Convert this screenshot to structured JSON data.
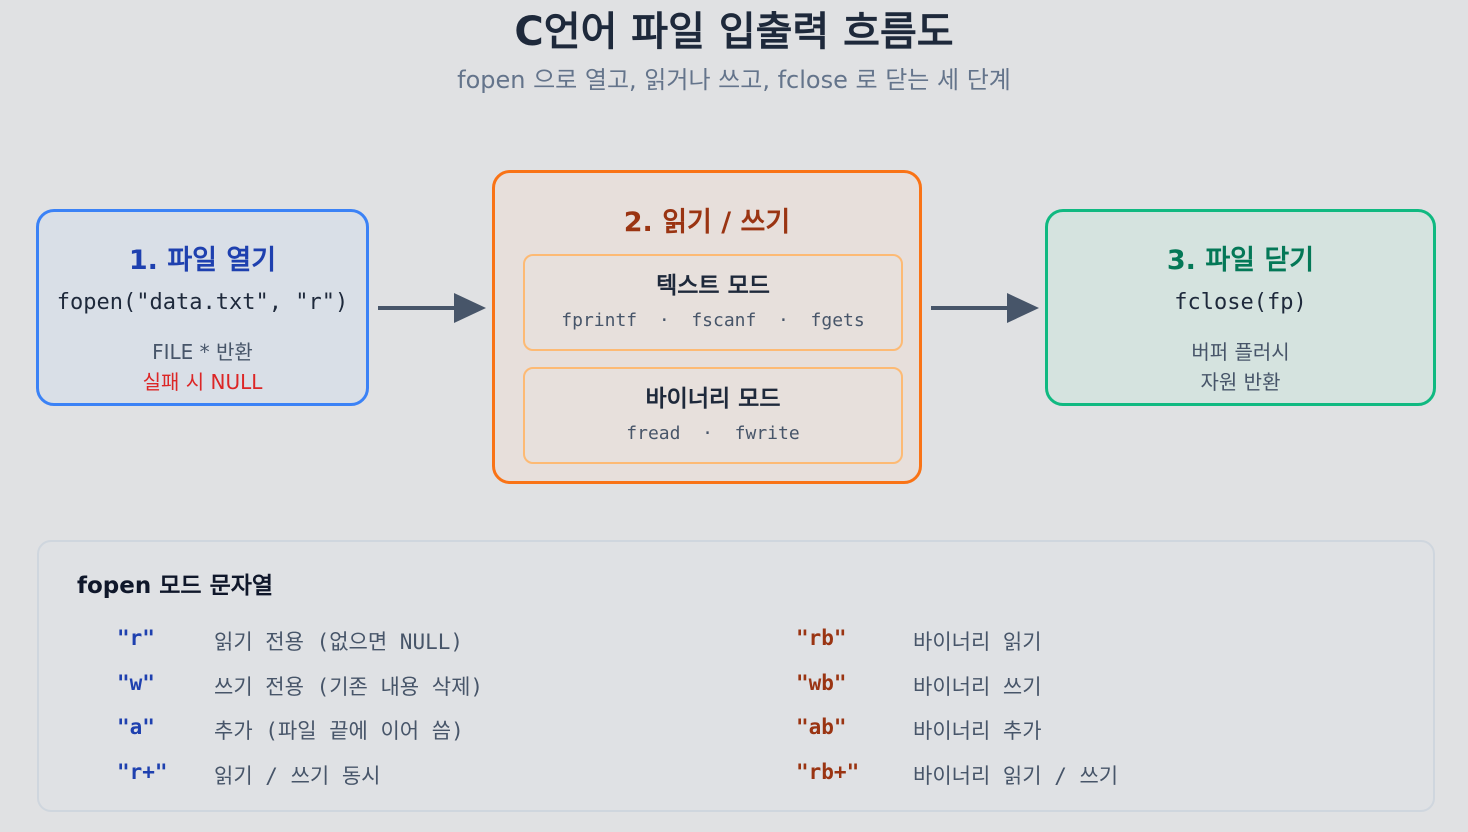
{
  "header": {
    "title": "C언어 파일 입출력 흐름도",
    "subtitle": "fopen 으로 열고, 읽거나 쓰고, fclose 로 닫는 세 단계"
  },
  "steps": {
    "open": {
      "title": "1. 파일 열기",
      "code": "fopen(\"data.txt\", \"r\")",
      "note1": "FILE * 반환",
      "note2": "실패 시 NULL"
    },
    "rw": {
      "title": "2. 읽기 / 쓰기",
      "text_mode": {
        "title": "텍스트 모드",
        "funcs": "fprintf  ·  fscanf  ·  fgets"
      },
      "binary_mode": {
        "title": "바이너리 모드",
        "funcs": "fread  ·  fwrite"
      }
    },
    "close": {
      "title": "3. 파일 닫기",
      "code": "fclose(fp)",
      "note1": "버퍼 플러시",
      "note2": "자원 반환"
    }
  },
  "modes": {
    "title": "fopen 모드 문자열",
    "text": [
      {
        "code": "\"r\"",
        "desc": "읽기 전용 (없으면 NULL)"
      },
      {
        "code": "\"w\"",
        "desc": "쓰기 전용 (기존 내용 삭제)"
      },
      {
        "code": "\"a\"",
        "desc": "추가 (파일 끝에 이어 씀)"
      },
      {
        "code": "\"r+\"",
        "desc": "읽기 / 쓰기 동시"
      }
    ],
    "binary": [
      {
        "code": "\"rb\"",
        "desc": "바이너리 읽기"
      },
      {
        "code": "\"wb\"",
        "desc": "바이너리 쓰기"
      },
      {
        "code": "\"ab\"",
        "desc": "바이너리 추가"
      },
      {
        "code": "\"rb+\"",
        "desc": "바이너리 읽기 / 쓰기"
      }
    ]
  },
  "colors": {
    "open": "#3b82f6",
    "rw": "#f97316",
    "close": "#10b981",
    "arrow": "#475569",
    "error": "#dc2626"
  }
}
